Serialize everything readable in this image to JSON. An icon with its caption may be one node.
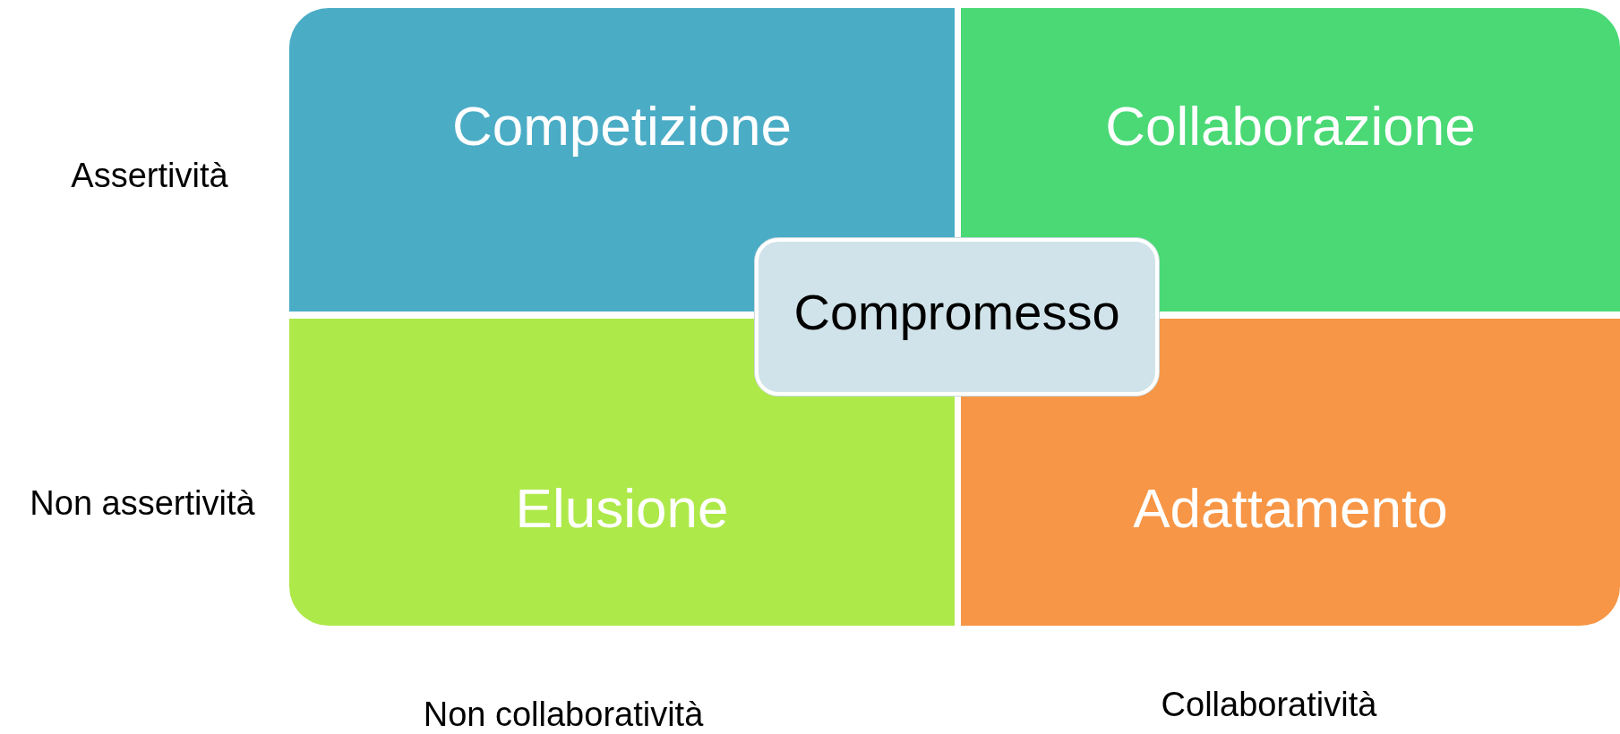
{
  "diagram": {
    "nodes": [
      {
        "text": [
          "Competizione"
        ]
      },
      {
        "text": [
          "Collaborazione"
        ]
      },
      {
        "text": [
          "Elusione"
        ]
      },
      {
        "text": [
          "Adattamento"
        ]
      },
      {
        "text": [
          "Compromesso"
        ]
      }
    ],
    "labels": [
      "Assertività",
      "Non assertività",
      "Non collaboratività",
      "Collaboratività"
    ]
  }
}
